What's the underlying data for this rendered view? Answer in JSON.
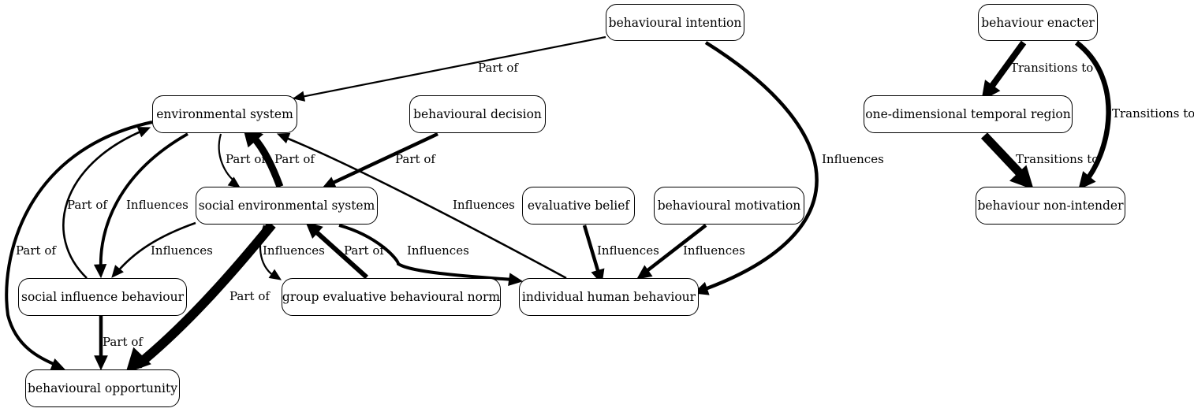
{
  "nodes": {
    "behavioural_intention": "behavioural intention",
    "behaviour_enacter": "behaviour enacter",
    "environmental_system": "environmental system",
    "behavioural_decision": "behavioural decision",
    "one_dimensional_temporal_region": "one-dimensional temporal region",
    "social_environmental_system": "social environmental system",
    "evaluative_belief": "evaluative belief",
    "behavioural_motivation": "behavioural motivation",
    "behaviour_non_intender": "behaviour non-intender",
    "social_influence_behaviour": "social influence behaviour",
    "group_evaluative_behavioural_norm": "group evaluative behavioural norm",
    "individual_human_behaviour": "individual human behaviour",
    "behavioural_opportunity": "behavioural opportunity"
  },
  "edges": [
    {
      "from": "behavioural_intention",
      "to": "environmental_system",
      "label": "Part of"
    },
    {
      "from": "behavioural_intention",
      "to": "individual_human_behaviour",
      "label": "Influences"
    },
    {
      "from": "behaviour_enacter",
      "to": "one_dimensional_temporal_region",
      "label": "Transitions to"
    },
    {
      "from": "behaviour_enacter",
      "to": "behaviour_non_intender",
      "label": "Transitions to"
    },
    {
      "from": "one_dimensional_temporal_region",
      "to": "behaviour_non_intender",
      "label": "Transitions to"
    },
    {
      "from": "social_environmental_system",
      "to": "environmental_system",
      "label": "Part of"
    },
    {
      "from": "environmental_system",
      "to": "social_environmental_system",
      "label": "Part of"
    },
    {
      "from": "behavioural_decision",
      "to": "social_environmental_system",
      "label": "Part of"
    },
    {
      "from": "environmental_system",
      "to": "social_influence_behaviour",
      "label": "Influences"
    },
    {
      "from": "social_influence_behaviour",
      "to": "environmental_system",
      "label": "Part of"
    },
    {
      "from": "environmental_system",
      "to": "behavioural_opportunity",
      "label": "Part of"
    },
    {
      "from": "individual_human_behaviour",
      "to": "environmental_system",
      "label": "Influences"
    },
    {
      "from": "social_environmental_system",
      "to": "social_influence_behaviour",
      "label": "Influences"
    },
    {
      "from": "social_environmental_system",
      "to": "group_evaluative_behavioural_norm",
      "label": "Influences"
    },
    {
      "from": "group_evaluative_behavioural_norm",
      "to": "social_environmental_system",
      "label": "Part of"
    },
    {
      "from": "social_environmental_system",
      "to": "individual_human_behaviour",
      "label": "Influences"
    },
    {
      "from": "social_environmental_system",
      "to": "behavioural_opportunity",
      "label": "Part of"
    },
    {
      "from": "evaluative_belief",
      "to": "individual_human_behaviour",
      "label": "Influences"
    },
    {
      "from": "behavioural_motivation",
      "to": "individual_human_behaviour",
      "label": "Influences"
    },
    {
      "from": "social_influence_behaviour",
      "to": "behavioural_opportunity",
      "label": "Part of"
    }
  ]
}
